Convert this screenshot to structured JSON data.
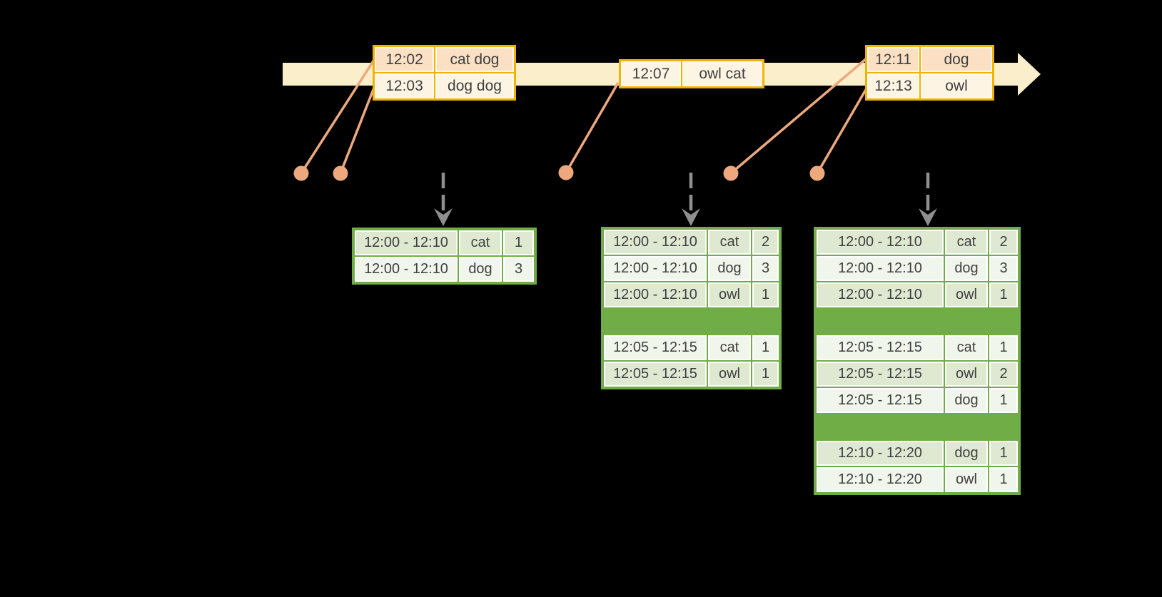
{
  "palette": {
    "background": "#000000",
    "timeline_band": "#FAEFCA",
    "event_table_border": "#F1B303",
    "event_row_peach": "#FBE0C3",
    "event_row_cream": "#FDF4E4",
    "connector_orange": "#EDA87D",
    "result_table_border": "#70AD47",
    "result_row_dark": "#DFE9D2",
    "result_row_light": "#F1F6EC",
    "trigger_arrow_gray": "#8F8F8F",
    "text": "#3F3F3F"
  },
  "event_tables": [
    {
      "name": "events-batch-1",
      "rows": [
        {
          "time": "12:02",
          "words": "cat dog",
          "shade": "peach"
        },
        {
          "time": "12:03",
          "words": "dog dog",
          "shade": "cream"
        }
      ]
    },
    {
      "name": "events-batch-2",
      "rows": [
        {
          "time": "12:07",
          "words": "owl cat",
          "shade": "cream"
        }
      ]
    },
    {
      "name": "events-batch-3",
      "rows": [
        {
          "time": "12:11",
          "words": "dog",
          "shade": "peach"
        },
        {
          "time": "12:13",
          "words": "owl",
          "shade": "cream"
        }
      ]
    }
  ],
  "result_tables": [
    {
      "name": "result-table-1",
      "groups": [
        [
          {
            "window": "12:00 - 12:10",
            "word": "cat",
            "count": "1"
          },
          {
            "window": "12:00 - 12:10",
            "word": "dog",
            "count": "3"
          }
        ]
      ]
    },
    {
      "name": "result-table-2",
      "groups": [
        [
          {
            "window": "12:00 - 12:10",
            "word": "cat",
            "count": "2"
          },
          {
            "window": "12:00 - 12:10",
            "word": "dog",
            "count": "3"
          },
          {
            "window": "12:00 - 12:10",
            "word": "owl",
            "count": "1"
          }
        ],
        [
          {
            "window": "12:05 - 12:15",
            "word": "cat",
            "count": "1"
          },
          {
            "window": "12:05 - 12:15",
            "word": "owl",
            "count": "1"
          }
        ]
      ]
    },
    {
      "name": "result-table-3",
      "groups": [
        [
          {
            "window": "12:00 - 12:10",
            "word": "cat",
            "count": "2"
          },
          {
            "window": "12:00 - 12:10",
            "word": "dog",
            "count": "3"
          },
          {
            "window": "12:00 - 12:10",
            "word": "owl",
            "count": "1"
          }
        ],
        [
          {
            "window": "12:05 - 12:15",
            "word": "cat",
            "count": "1"
          },
          {
            "window": "12:05 - 12:15",
            "word": "owl",
            "count": "2"
          },
          {
            "window": "12:05 - 12:15",
            "word": "dog",
            "count": "1"
          }
        ],
        [
          {
            "window": "12:10 - 12:20",
            "word": "dog",
            "count": "1"
          },
          {
            "window": "12:10 - 12:20",
            "word": "owl",
            "count": "1"
          }
        ]
      ]
    }
  ]
}
